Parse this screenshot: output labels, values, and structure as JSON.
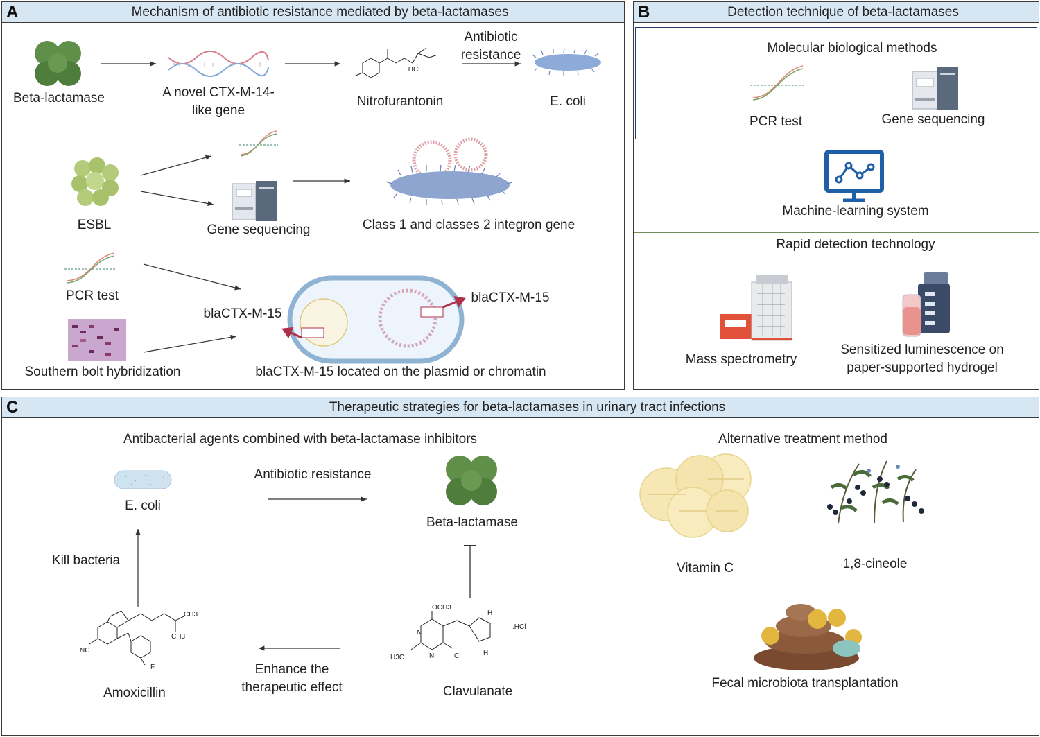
{
  "panelA": {
    "letter": "A",
    "title": "Mechanism of antibiotic resistance mediated by beta-lactamases",
    "beta_lactamase": "Beta-lactamase",
    "novel_gene_line1": "A novel CTX-M-14-",
    "novel_gene_line2": "like gene",
    "nitrofurantonin": "Nitrofurantonin",
    "antibiotic_line1": "Antibiotic",
    "antibiotic_line2": "resistance",
    "ecoli": "E. coli",
    "esbl": "ESBL",
    "gene_sequencing": "Gene sequencing",
    "integron": "Class 1 and classes 2 integron gene",
    "pcr_test": "PCR test",
    "southern": "Southern bolt hybridization",
    "bla_left": "blaCTX-M-15",
    "bla_right": "blaCTX-M-15",
    "bla_located": "blaCTX-M-15 located on the plasmid or chromatin",
    "chem_hcl": ".HCl"
  },
  "panelB": {
    "letter": "B",
    "title": "Detection technique of beta-lactamases",
    "molecular": "Molecular biological methods",
    "pcr_test": "PCR test",
    "gene_sequencing": "Gene sequencing",
    "machine_learning": "Machine-learning system",
    "rapid": "Rapid detection technology",
    "mass_spec": "Mass spectrometry",
    "luminescence_line1": "Sensitized luminescence on",
    "luminescence_line2": "paper-supported hydrogel"
  },
  "panelC": {
    "letter": "C",
    "title": "Therapeutic strategies for beta-lactamases in urinary tract infections",
    "antibacterial": "Antibacterial agents combined with beta-lactamase inhibitors",
    "alternative": "Alternative treatment method",
    "ecoli": "E. coli",
    "antibiotic_resistance": "Antibiotic resistance",
    "beta_lactamase": "Beta-lactamase",
    "kill_bacteria": "Kill bacteria",
    "amoxicillin": "Amoxicillin",
    "enhance_line1": "Enhance the",
    "enhance_line2": "therapeutic effect",
    "clavulanate": "Clavulanate",
    "vitamin_c": "Vitamin C",
    "cineole": "1,8-cineole",
    "fecal": "Fecal microbiota transplantation",
    "chem_och3": "OCH3",
    "chem_hcl": ".HCl",
    "chem_h3c": "H3C",
    "chem_cl": "Cl",
    "chem_n": "N",
    "chem_h": "H",
    "chem_nc": "NC",
    "chem_f": "F",
    "chem_ch3": "CH3"
  },
  "colors": {
    "header_bg": "#d6e6f2",
    "beta_green": "#5f8f48",
    "esbl_green": "#b4cc7a",
    "bacteria_blue": "#8eaad8",
    "arrow_red": "#b0304a",
    "monitor_blue": "#1f5fa8"
  }
}
